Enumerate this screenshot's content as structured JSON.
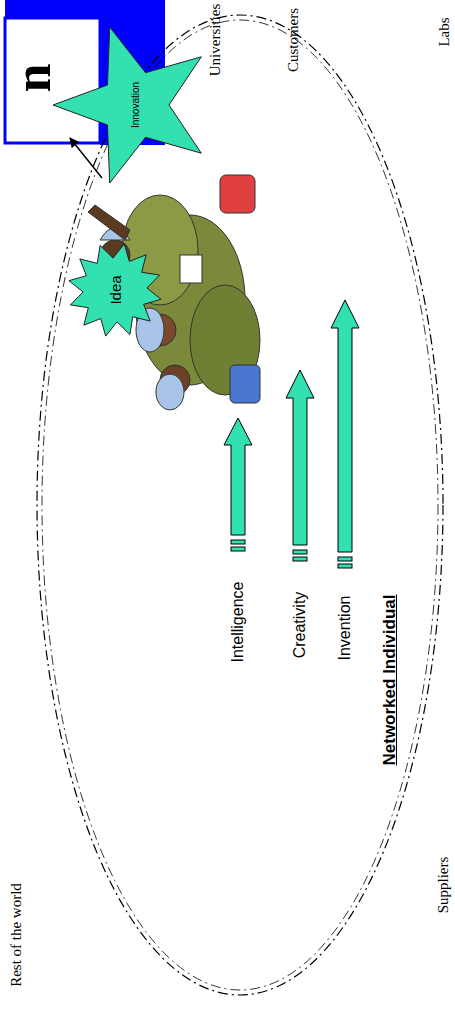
{
  "diagram": {
    "nodes": [
      {
        "text": [
          "Networked Individual"
        ]
      },
      {
        "text": [
          "Idea"
        ],
        "in": 0
      },
      {
        "text": [
          "Innovation"
        ],
        "in": 0
      }
    ],
    "labels": [
      "n",
      "Universities",
      "Customers",
      "Labs",
      "Suppliers",
      "Rest of the world",
      "Intelligence",
      "Creativity",
      "Invention"
    ]
  }
}
